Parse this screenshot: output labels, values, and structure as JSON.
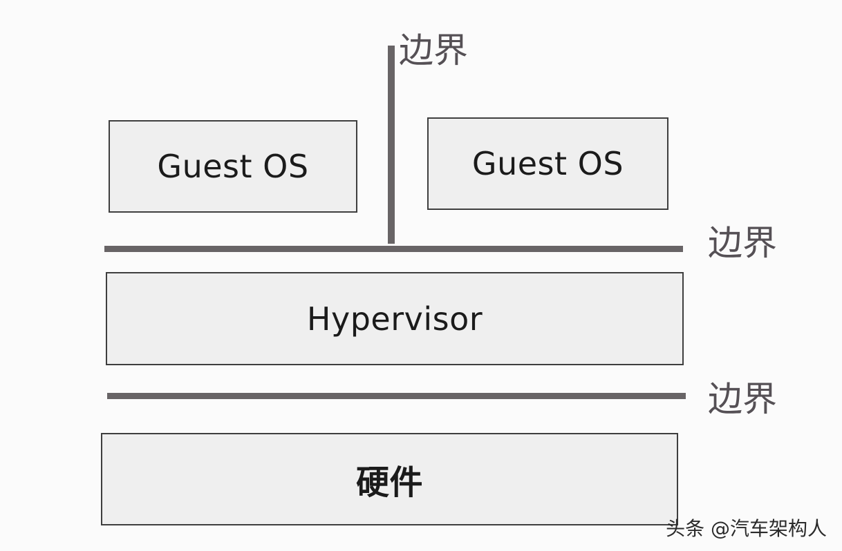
{
  "diagram": {
    "boxes": {
      "guest_os_left": "Guest OS",
      "guest_os_right": "Guest OS",
      "hypervisor": "Hypervisor",
      "hardware": "硬件"
    },
    "boundary_labels": {
      "top": "边界",
      "middle": "边界",
      "bottom": "边界"
    },
    "watermark": "头条 @汽车架构人"
  },
  "colors": {
    "box_fill": "#efefef",
    "box_border": "#3e3e3e",
    "boundary_line": "#686466",
    "boundary_text": "#555055",
    "background": "#fbfbfb"
  }
}
